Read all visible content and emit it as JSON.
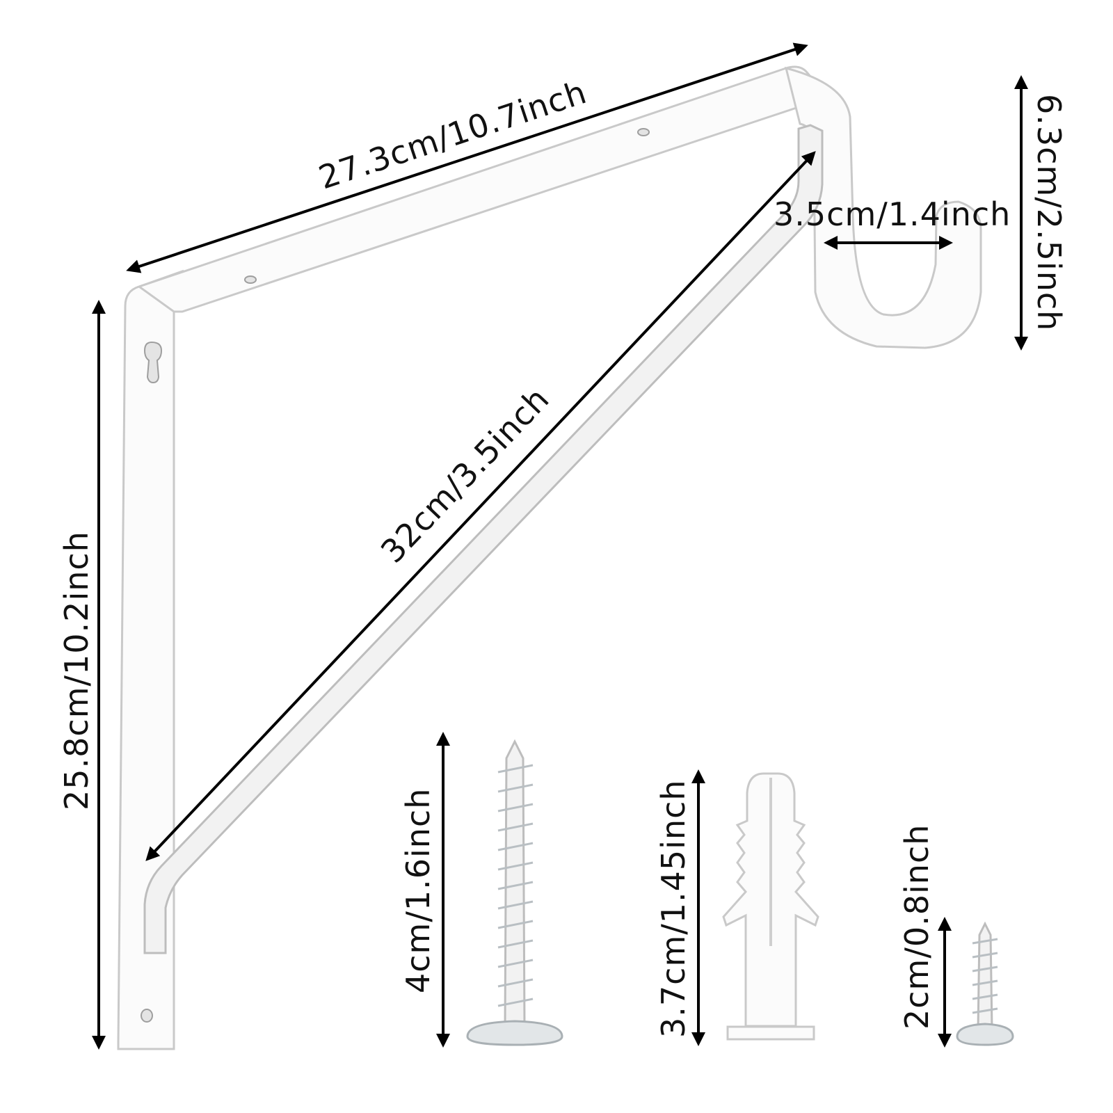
{
  "dimensions": {
    "top_arm": "27.3cm/10.7inch",
    "diagonal_rod": "32cm/3.5inch",
    "vertical_arm": "25.8cm/10.2inch",
    "hook_width": "3.5cm/1.4inch",
    "hook_height": "6.3cm/2.5inch",
    "long_screw": "4cm/1.6inch",
    "anchor": "3.7cm/1.45inch",
    "short_screw": "2cm/0.8inch"
  },
  "colors": {
    "background": "#ffffff",
    "arrow": "#000000",
    "text": "#111111",
    "bracket": "#fbfbfb"
  }
}
